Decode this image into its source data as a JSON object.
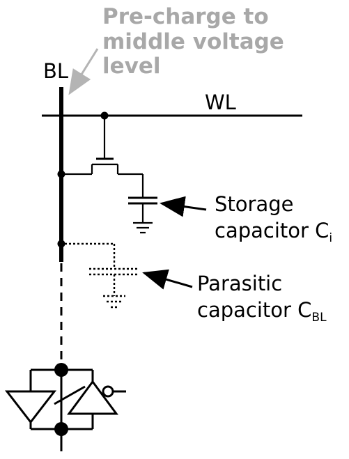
{
  "labels": {
    "precharge_line1": "Pre-charge to",
    "precharge_line2": "middle voltage",
    "precharge_line3": "level",
    "bitline": "BL",
    "wordline": "WL",
    "storage_line1": "Storage",
    "storage_line2": "capacitor C",
    "storage_sub": "i",
    "parasitic_line1": "Parasitic",
    "parasitic_line2": "capacitor C",
    "parasitic_sub": "BL"
  },
  "colors": {
    "precharge_text": "#a8a8a8",
    "precharge_arrow": "#b4b4b4",
    "line": "#000000"
  }
}
